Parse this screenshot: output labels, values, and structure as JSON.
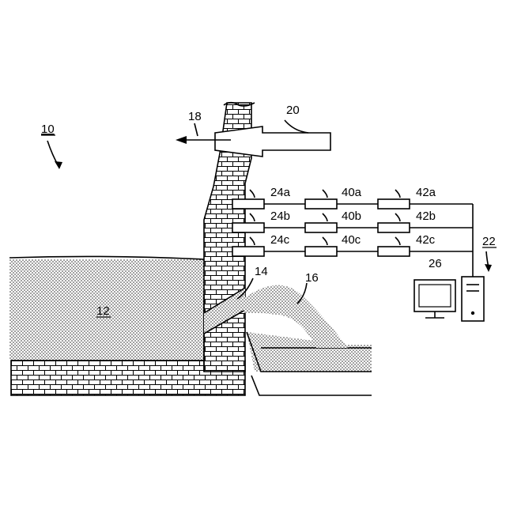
{
  "labels": {
    "system": "10",
    "furnace": "12",
    "taphole": "14",
    "stream": "16",
    "flue_arrow": "18",
    "duct": "20",
    "computer_group": "22",
    "computer": "26",
    "sensors": [
      "24a",
      "24b",
      "24c"
    ],
    "units_a": [
      "40a",
      "40b",
      "40c"
    ],
    "units_b": [
      "42a",
      "42b",
      "42c"
    ]
  }
}
